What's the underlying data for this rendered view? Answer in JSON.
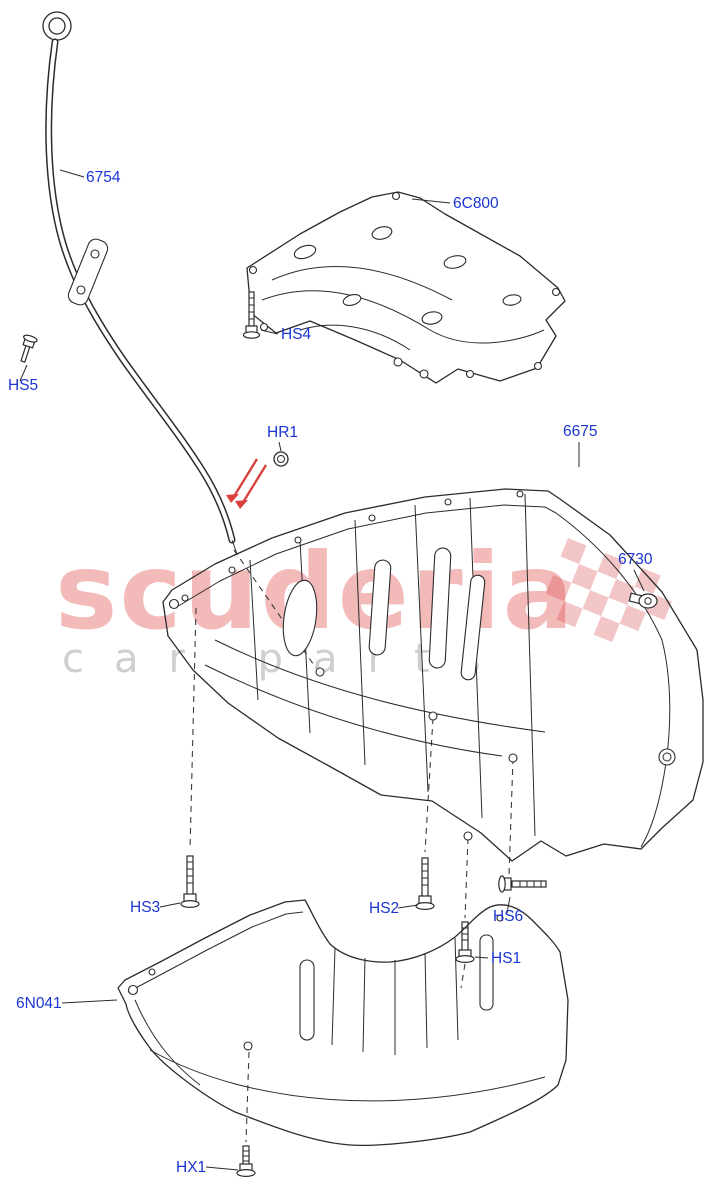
{
  "watermark": {
    "brand": "scuderia",
    "sub": "car parts"
  },
  "colors": {
    "label_blue": "#1b35d3",
    "line_black": "#2b2b2b",
    "watermark_red": "#e04343",
    "watermark_gray": "#8e8e8e",
    "arrow_red": "#d8413c"
  },
  "labels": {
    "dipstick": "6754",
    "baffle_plate": "6C800",
    "hs4": "HS4",
    "hs5": "HS5",
    "hr1": "HR1",
    "oil_pan": "6675",
    "plug": "6730",
    "hs3": "HS3",
    "hs2": "HS2",
    "hs6": "HS6",
    "hs1": "HS1",
    "lower_sump": "6N041",
    "hx1": "HX1"
  }
}
